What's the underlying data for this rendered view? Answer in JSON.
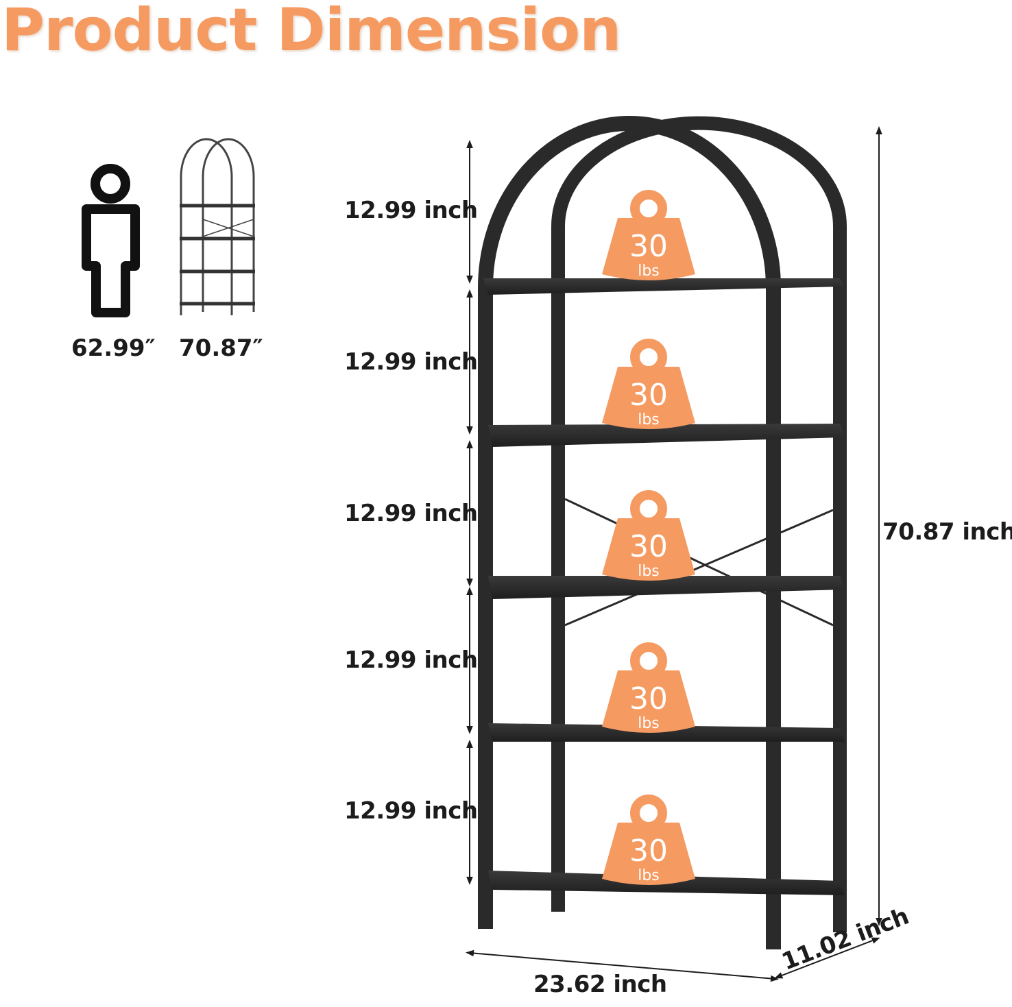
{
  "title": "Product Dimension",
  "comparison": {
    "person_height": "62.99″",
    "shelf_height": "70.87″",
    "person_icon": "person-silhouette-icon",
    "shelf_icon": "arched-bookshelf-icon"
  },
  "shelf_spacing": [
    "12.99 inch",
    "12.99 inch",
    "12.99 inch",
    "12.99 inch",
    "12.99 inch"
  ],
  "total_height": "70.87 inch",
  "width": "23.62 inch",
  "depth": "11.02 inch",
  "weight_badges": [
    {
      "value": "30",
      "unit": "lbs"
    },
    {
      "value": "30",
      "unit": "lbs"
    },
    {
      "value": "30",
      "unit": "lbs"
    },
    {
      "value": "30",
      "unit": "lbs"
    },
    {
      "value": "30",
      "unit": "lbs"
    }
  ],
  "colors": {
    "accent": "#f59a61",
    "frame": "#2a2a2a",
    "text": "#1c1c1c"
  }
}
